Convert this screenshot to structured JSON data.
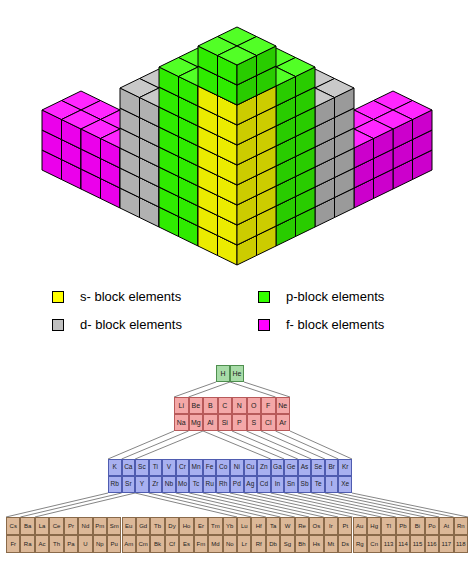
{
  "diagram": {
    "nodes": [
      {
        "text": [
          "H"
        ]
      },
      {
        "text": [
          "He"
        ]
      },
      {
        "text": [
          "Li"
        ]
      },
      {
        "text": [
          "Be"
        ]
      },
      {
        "text": [
          "B"
        ]
      },
      {
        "text": [
          "C"
        ]
      },
      {
        "text": [
          "N"
        ]
      },
      {
        "text": [
          "O"
        ]
      },
      {
        "text": [
          "F"
        ]
      },
      {
        "text": [
          "Ne"
        ]
      },
      {
        "text": [
          "Na"
        ]
      },
      {
        "text": [
          "Mg"
        ]
      },
      {
        "text": [
          "Al"
        ]
      },
      {
        "text": [
          "Si"
        ]
      },
      {
        "text": [
          "P"
        ]
      },
      {
        "text": [
          "S"
        ]
      },
      {
        "text": [
          "Cl"
        ]
      },
      {
        "text": [
          "Ar"
        ]
      },
      {
        "text": [
          "K"
        ]
      },
      {
        "text": [
          "Ca"
        ]
      },
      {
        "text": [
          "Sc"
        ]
      },
      {
        "text": [
          "Ti"
        ]
      },
      {
        "text": [
          "V"
        ]
      },
      {
        "text": [
          "Cr"
        ]
      },
      {
        "text": [
          "Mn"
        ]
      },
      {
        "text": [
          "Fe"
        ]
      },
      {
        "text": [
          "Co"
        ]
      },
      {
        "text": [
          "Ni"
        ]
      },
      {
        "text": [
          "Cu"
        ]
      },
      {
        "text": [
          "Zn"
        ]
      },
      {
        "text": [
          "Ga"
        ]
      },
      {
        "text": [
          "Ge"
        ]
      },
      {
        "text": [
          "As"
        ]
      },
      {
        "text": [
          "Se"
        ]
      },
      {
        "text": [
          "Br"
        ]
      },
      {
        "text": [
          "Kr"
        ]
      },
      {
        "text": [
          "Rb"
        ]
      },
      {
        "text": [
          "Sr"
        ]
      },
      {
        "text": [
          "Y"
        ]
      },
      {
        "text": [
          "Zr"
        ]
      },
      {
        "text": [
          "Nb"
        ]
      },
      {
        "text": [
          "Mo"
        ]
      },
      {
        "text": [
          "Tc"
        ]
      },
      {
        "text": [
          "Ru"
        ]
      },
      {
        "text": [
          "Rh"
        ]
      },
      {
        "text": [
          "Pd"
        ]
      },
      {
        "text": [
          "Ag"
        ]
      },
      {
        "text": [
          "Cd"
        ]
      },
      {
        "text": [
          "In"
        ]
      },
      {
        "text": [
          "Sn"
        ]
      },
      {
        "text": [
          "Sb"
        ]
      },
      {
        "text": [
          "Te"
        ]
      },
      {
        "text": [
          "I"
        ]
      },
      {
        "text": [
          "Xe"
        ]
      },
      {
        "text": [
          "Cs"
        ]
      },
      {
        "text": [
          "Ba"
        ]
      },
      {
        "text": [
          "La"
        ]
      },
      {
        "text": [
          "Ce"
        ]
      },
      {
        "text": [
          "Pr"
        ]
      },
      {
        "text": [
          "Nd"
        ]
      },
      {
        "text": [
          "Pm"
        ]
      },
      {
        "text": [
          "Sm"
        ]
      },
      {
        "text": [
          "Eu"
        ]
      },
      {
        "text": [
          "Gd"
        ]
      },
      {
        "text": [
          "Tb"
        ]
      },
      {
        "text": [
          "Dy"
        ]
      },
      {
        "text": [
          "Ho"
        ]
      },
      {
        "text": [
          "Er"
        ]
      },
      {
        "text": [
          "Tm"
        ]
      },
      {
        "text": [
          "Yb"
        ]
      },
      {
        "text": [
          "Lu"
        ]
      },
      {
        "text": [
          "Hf"
        ]
      },
      {
        "text": [
          "Ta"
        ]
      },
      {
        "text": [
          "W"
        ]
      },
      {
        "text": [
          "Re"
        ]
      },
      {
        "text": [
          "Os"
        ]
      },
      {
        "text": [
          "Ir"
        ]
      },
      {
        "text": [
          "Pt"
        ]
      },
      {
        "text": [
          "Au"
        ]
      },
      {
        "text": [
          "Hg"
        ]
      },
      {
        "text": [
          "Tl"
        ]
      },
      {
        "text": [
          "Pb"
        ]
      },
      {
        "text": [
          "Bi"
        ]
      },
      {
        "text": [
          "Po"
        ]
      },
      {
        "text": [
          "At"
        ]
      },
      {
        "text": [
          "Rn"
        ]
      },
      {
        "text": [
          "Fr"
        ]
      },
      {
        "text": [
          "Ra"
        ]
      },
      {
        "text": [
          "Ac"
        ]
      },
      {
        "text": [
          "Th"
        ]
      },
      {
        "text": [
          "Pa"
        ]
      },
      {
        "text": [
          "U"
        ]
      },
      {
        "text": [
          "Np"
        ]
      },
      {
        "text": [
          "Pu"
        ]
      },
      {
        "text": [
          "Am"
        ]
      },
      {
        "text": [
          "Cm"
        ]
      },
      {
        "text": [
          "Bk"
        ]
      },
      {
        "text": [
          "Cf"
        ]
      },
      {
        "text": [
          "Es"
        ]
      },
      {
        "text": [
          "Fm"
        ]
      },
      {
        "text": [
          "Md"
        ]
      },
      {
        "text": [
          "No"
        ]
      },
      {
        "text": [
          "Lr"
        ]
      },
      {
        "text": [
          "Rf"
        ]
      },
      {
        "text": [
          "Db"
        ]
      },
      {
        "text": [
          "Sg"
        ]
      },
      {
        "text": [
          "Bh"
        ]
      },
      {
        "text": [
          "Hs"
        ]
      },
      {
        "text": [
          "Mt"
        ]
      },
      {
        "text": [
          "Ds"
        ]
      },
      {
        "text": [
          "Rg"
        ]
      },
      {
        "text": [
          "Cn"
        ]
      },
      {
        "text": [
          "113"
        ]
      },
      {
        "text": [
          "114"
        ]
      },
      {
        "text": [
          "115"
        ]
      },
      {
        "text": [
          "116"
        ]
      },
      {
        "text": [
          "117"
        ]
      },
      {
        "text": [
          "118"
        ]
      }
    ],
    "legend": [
      {
        "text": "s- block elements",
        "color": "#ffff00"
      },
      {
        "text": "p-block elements",
        "color": "#33ff00"
      },
      {
        "text": "d- block elements",
        "color": "#c0c0c0"
      },
      {
        "text": "f- block elements",
        "color": "#ff00ff"
      }
    ]
  }
}
